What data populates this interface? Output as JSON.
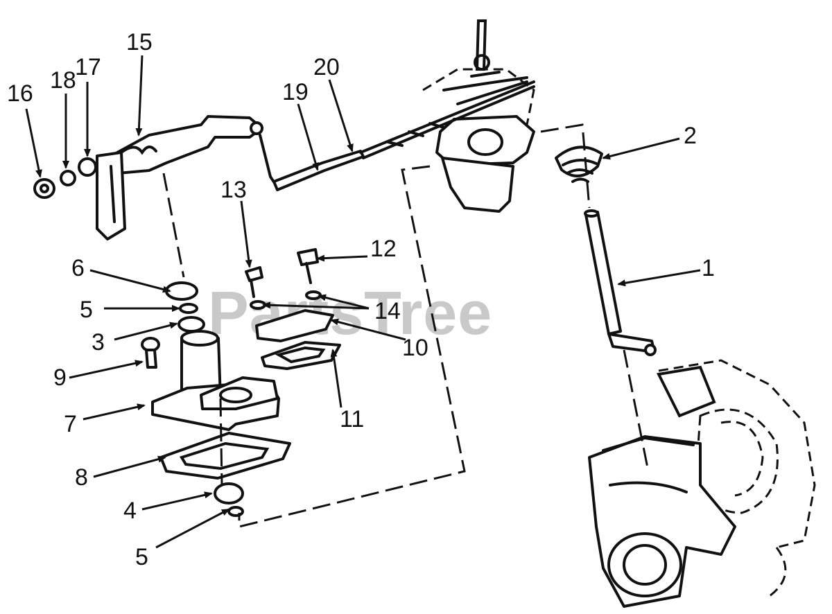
{
  "watermark": "PartsTree",
  "callouts": {
    "c1": "1",
    "c2": "2",
    "c3": "3",
    "c4": "4",
    "c5a": "5",
    "c5b": "5",
    "c6": "6",
    "c7": "7",
    "c8": "8",
    "c9": "9",
    "c10": "10",
    "c11": "11",
    "c12": "12",
    "c13": "13",
    "c14": "14",
    "c15": "15",
    "c16": "16",
    "c17": "17",
    "c18": "18",
    "c19": "19",
    "c20": "20"
  },
  "colors": {
    "ink": "#111111",
    "watermark": "#c9c9c9",
    "background": "#ffffff"
  }
}
